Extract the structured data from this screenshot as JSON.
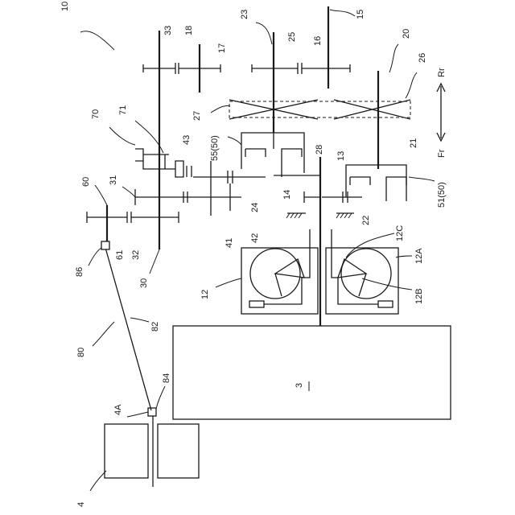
{
  "labels": {
    "n10": "10",
    "n15": "15",
    "n16": "16",
    "n17": "17",
    "n18": "18",
    "n33": "33",
    "n23": "23",
    "n25": "25",
    "n20": "20",
    "n26": "26",
    "n27": "27",
    "n70": "70",
    "n71": "71",
    "n43": "43",
    "n55": "55(50)",
    "n28": "28",
    "n13": "13",
    "n21": "21",
    "n51": "51(50)",
    "n60": "60",
    "n31": "31",
    "n14": "14",
    "n24": "24",
    "n41": "41",
    "n42": "42",
    "n22": "22",
    "n12C": "12C",
    "n12A": "12A",
    "n12B": "12B",
    "n12": "12",
    "n61": "61",
    "n32": "32",
    "n30": "30",
    "n86": "86",
    "n80": "80",
    "n82": "82",
    "n84": "84",
    "n4A": "4A",
    "n4": "4",
    "n3": "3",
    "rr": "Rr",
    "fr": "Fr"
  }
}
